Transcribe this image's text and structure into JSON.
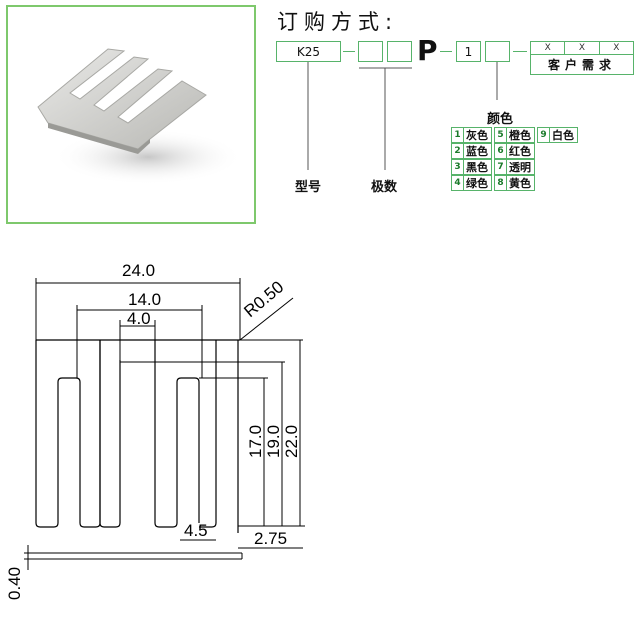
{
  "order": {
    "title": "订购方式:",
    "model_code": "K25",
    "letter_p": "P",
    "color_code": "1",
    "custom_x": [
      "X",
      "X",
      "X"
    ],
    "custom_label": "客户需求",
    "color_heading": "颜色",
    "label_model": "型号",
    "label_poles": "极数"
  },
  "colors": [
    {
      "num": "1",
      "name": "灰色"
    },
    {
      "num": "2",
      "name": "蓝色"
    },
    {
      "num": "3",
      "name": "黑色"
    },
    {
      "num": "4",
      "name": "绿色"
    },
    {
      "num": "5",
      "name": "橙色"
    },
    {
      "num": "6",
      "name": "红色"
    },
    {
      "num": "7",
      "name": "透明"
    },
    {
      "num": "8",
      "name": "黄色"
    },
    {
      "num": "9",
      "name": "白色"
    }
  ],
  "dimensions": {
    "overall_width": "24.0",
    "inner_width": "14.0",
    "slot_width": "4.0",
    "radius": "R0.50",
    "height_22": "22.0",
    "height_19": "19.0",
    "height_17": "17.0",
    "tooth_width": "4.5",
    "edge_width": "2.75",
    "thickness": "0.40"
  },
  "colors_theme": {
    "accent": "#57b36a",
    "frame": "#7ec86c"
  }
}
